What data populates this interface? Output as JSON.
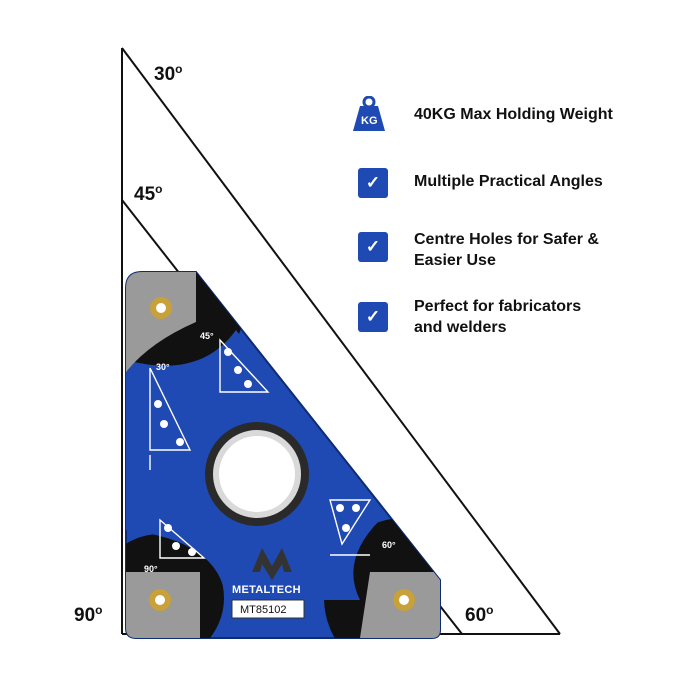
{
  "angles": {
    "deg30": "30",
    "deg45": "45",
    "deg90": "90",
    "deg60": "60",
    "degree_symbol": "o"
  },
  "magnet": {
    "label_45": "45°",
    "label_30": "30°",
    "label_90": "90°",
    "label_60": "60°",
    "brand": "METALTECH",
    "model": "MT85102",
    "color": "#1f4ab3"
  },
  "features": [
    {
      "icon": "weight-kg-icon",
      "icon_text": "KG",
      "text_lines": [
        "40KG Max Holding Weight"
      ]
    },
    {
      "icon": "checkmark-icon",
      "icon_text": "✓",
      "text_lines": [
        "Multiple Practical Angles"
      ]
    },
    {
      "icon": "checkmark-icon",
      "icon_text": "✓",
      "text_lines": [
        "Centre Holes for Safer &",
        "Easier Use"
      ]
    },
    {
      "icon": "checkmark-icon",
      "icon_text": "✓",
      "text_lines": [
        "Perfect for fabricators",
        "and welders"
      ]
    }
  ]
}
